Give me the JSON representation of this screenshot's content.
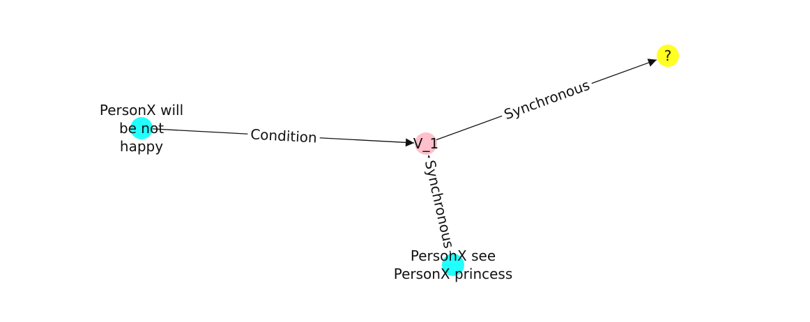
{
  "nodes": [
    {
      "id": "n1",
      "label_lines": [
        "PersonX will",
        "be not",
        "happy"
      ],
      "color": "#22ffff"
    },
    {
      "id": "v1",
      "label_lines": [
        "V_1"
      ],
      "color": "#ffc0cb"
    },
    {
      "id": "q",
      "label_lines": [
        "?"
      ],
      "color": "#ffff22"
    },
    {
      "id": "n2",
      "label_lines": [
        "PersonX see",
        "PersonX princess"
      ],
      "color": "#22ffff"
    }
  ],
  "edges": [
    {
      "from": "n1",
      "to": "v1",
      "label": "Condition"
    },
    {
      "from": "v1",
      "to": "q",
      "label": "Synchronous"
    },
    {
      "from": "n2",
      "to": "v1",
      "label": "Synchronous"
    }
  ]
}
